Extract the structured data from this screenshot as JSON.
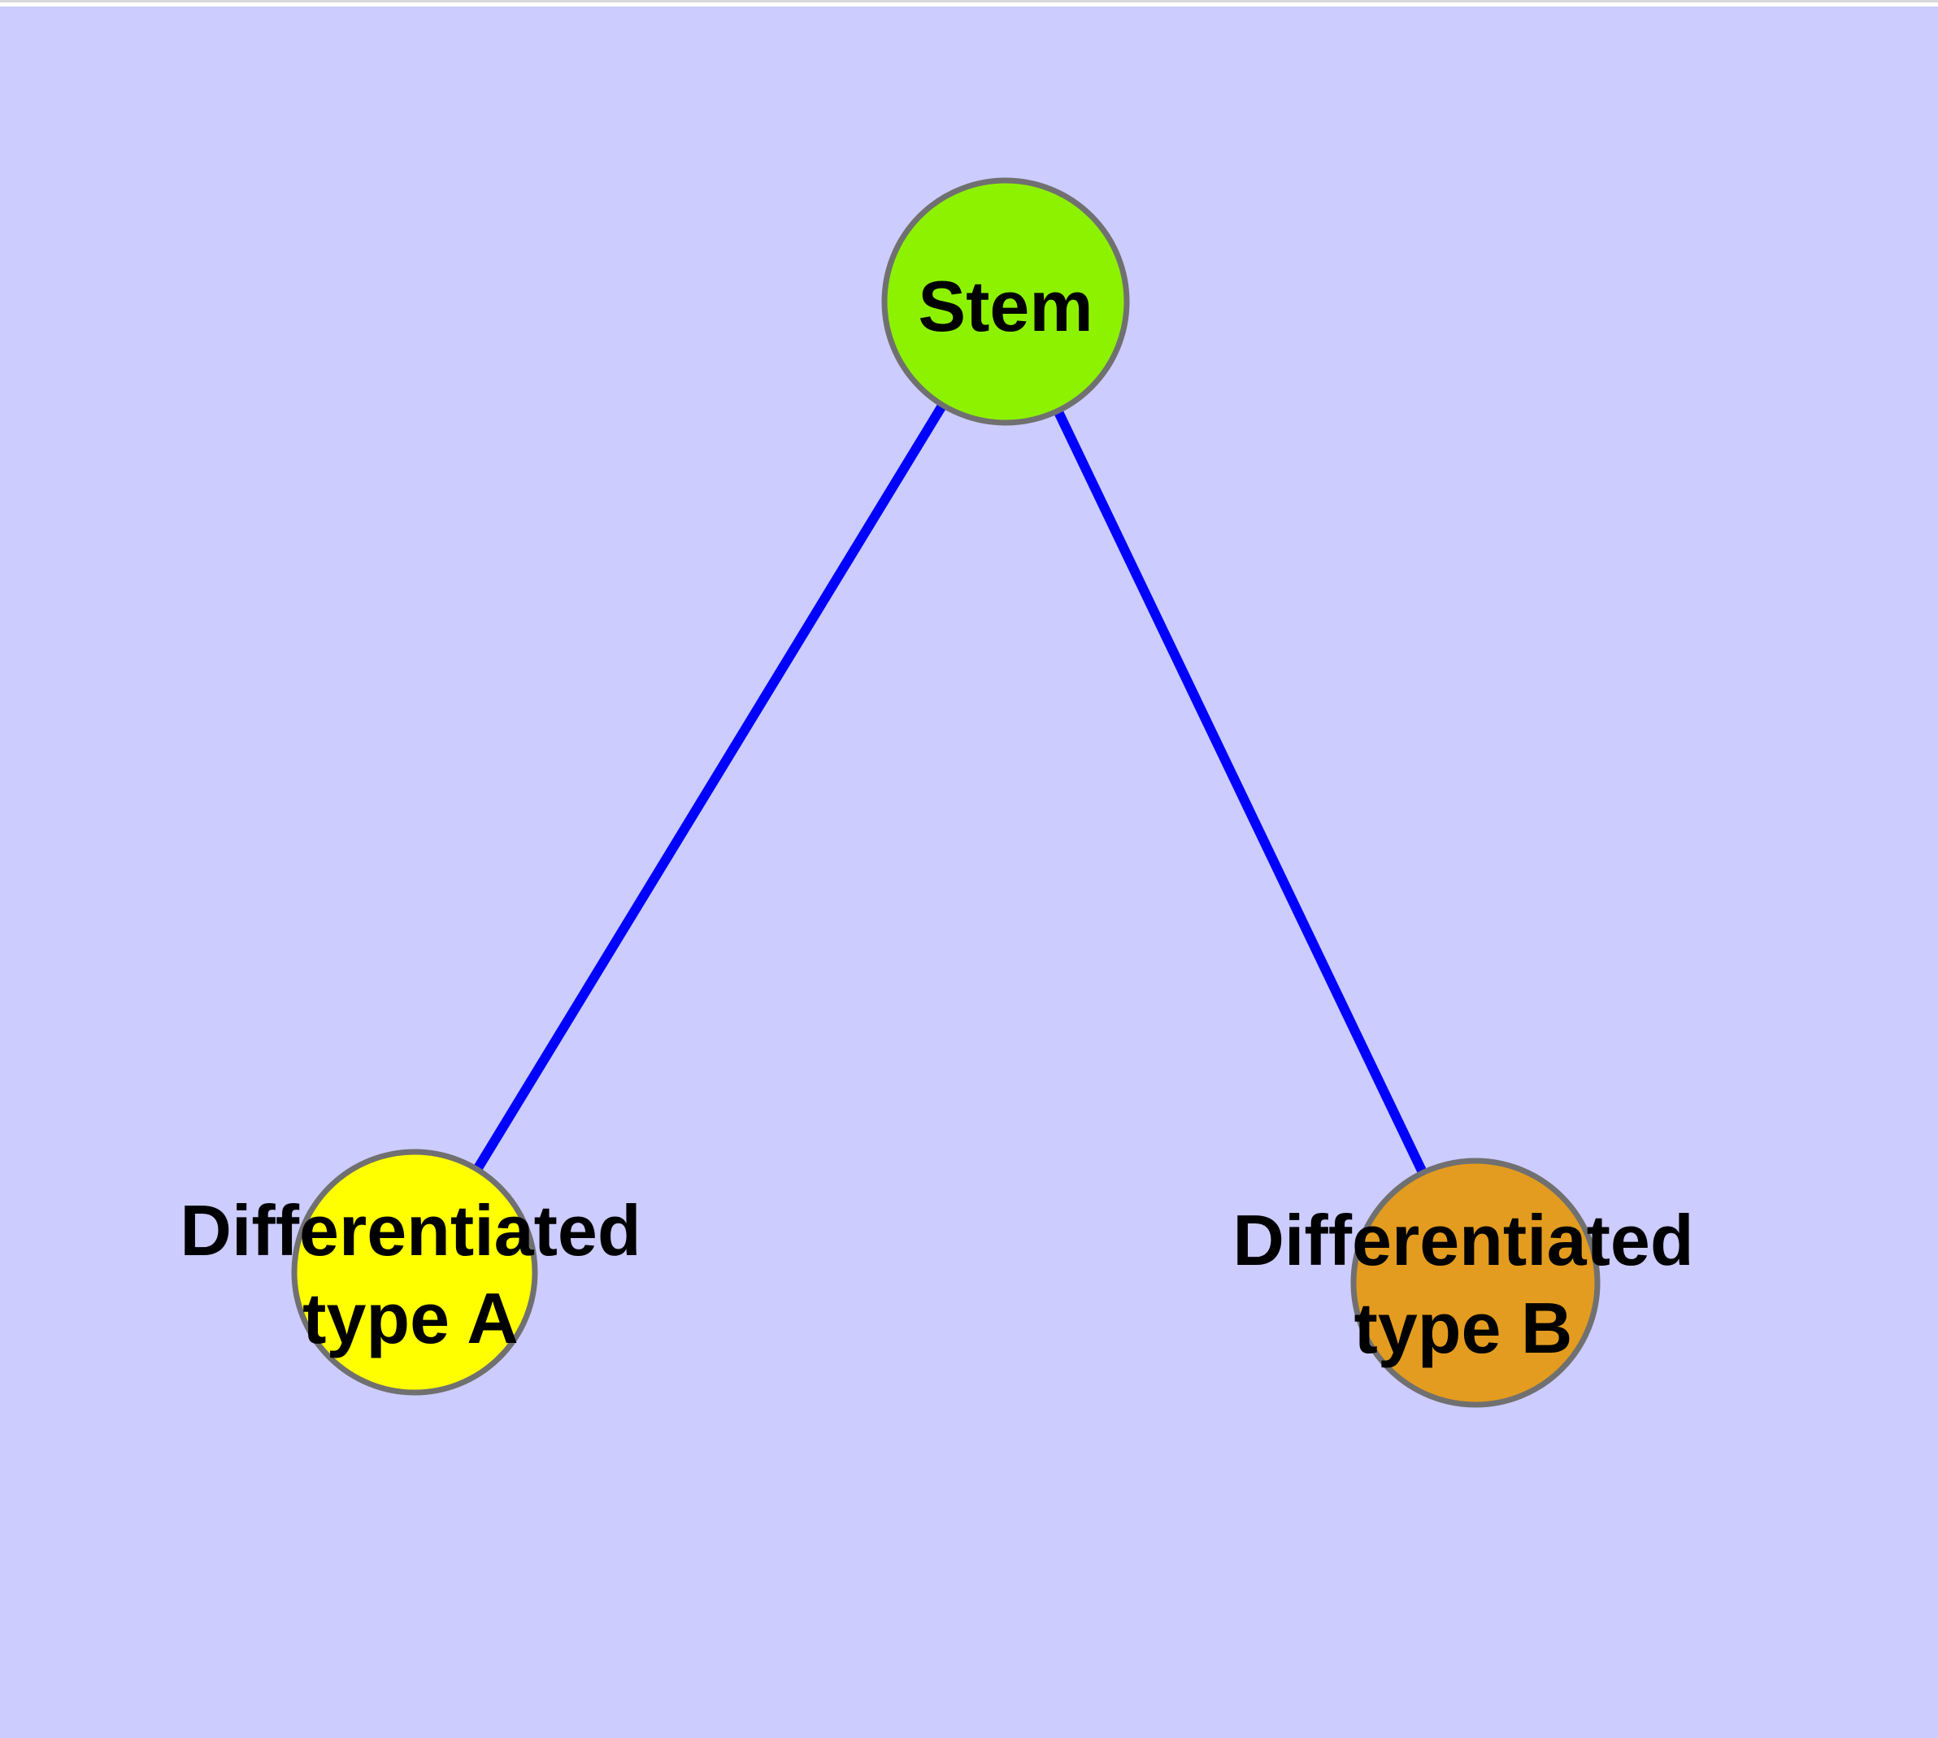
{
  "diagram": {
    "background_color": "#CCCCFF",
    "page_color": "#FFFFFF",
    "top_hairline_color": "#D8D8D8",
    "edge_color": "#0000FF",
    "node_border_color": "#707070",
    "label_color": "#000000",
    "nodes": [
      {
        "id": "stem",
        "label": "Stem",
        "fill": "#8DF200"
      },
      {
        "id": "differentiated-type-a",
        "label_line1": "Differentiated",
        "label_line2": "type A",
        "fill": "#FFFF00"
      },
      {
        "id": "differentiated-type-b",
        "label_line1": "Differentiated",
        "label_line2": "type B",
        "fill": "#E39C1F"
      }
    ],
    "edges": [
      {
        "from": "Stem",
        "to": "Differentiated type A"
      },
      {
        "from": "Stem",
        "to": "Differentiated type B"
      }
    ]
  }
}
